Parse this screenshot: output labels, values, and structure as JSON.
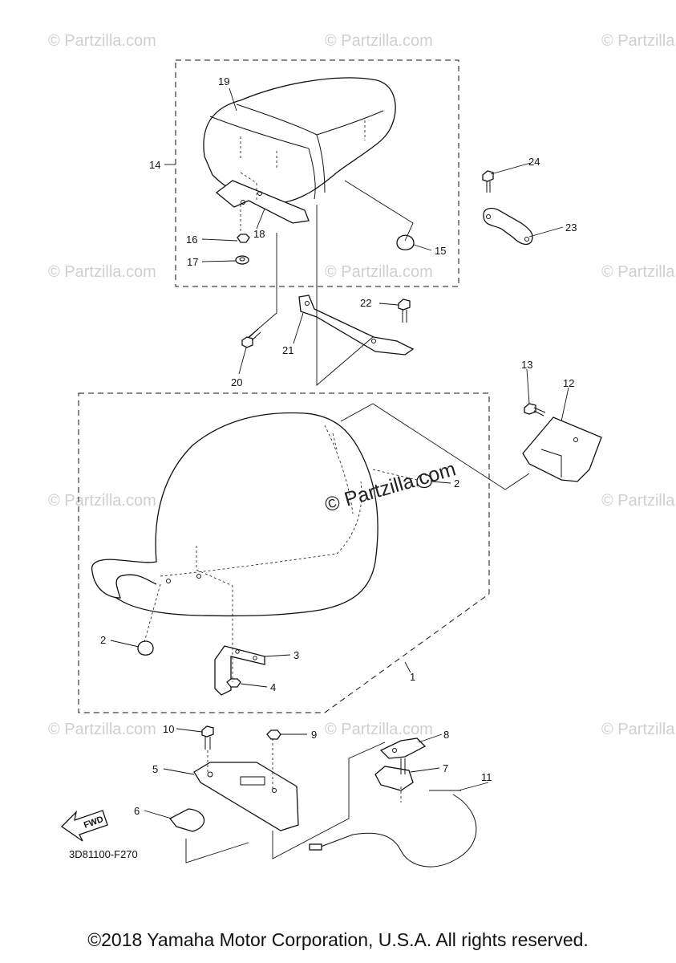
{
  "watermark": "© Partzilla.com",
  "center_watermark": "© Partzilla.com",
  "diagram_code": "3D81100-F270",
  "fwd_label": "FWD",
  "copyright": "©2018 Yamaha Motor Corporation, U.S.A. All rights reserved.",
  "callouts": {
    "c1": "1",
    "c2a": "2",
    "c2b": "2",
    "c3": "3",
    "c4": "4",
    "c5": "5",
    "c6": "6",
    "c7": "7",
    "c8": "8",
    "c9": "9",
    "c10": "10",
    "c11": "11",
    "c12": "12",
    "c13": "13",
    "c14": "14",
    "c15": "15",
    "c16": "16",
    "c17": "17",
    "c18": "18",
    "c19": "19",
    "c20": "20",
    "c21": "21",
    "c22": "22",
    "c23": "23",
    "c24": "24"
  }
}
